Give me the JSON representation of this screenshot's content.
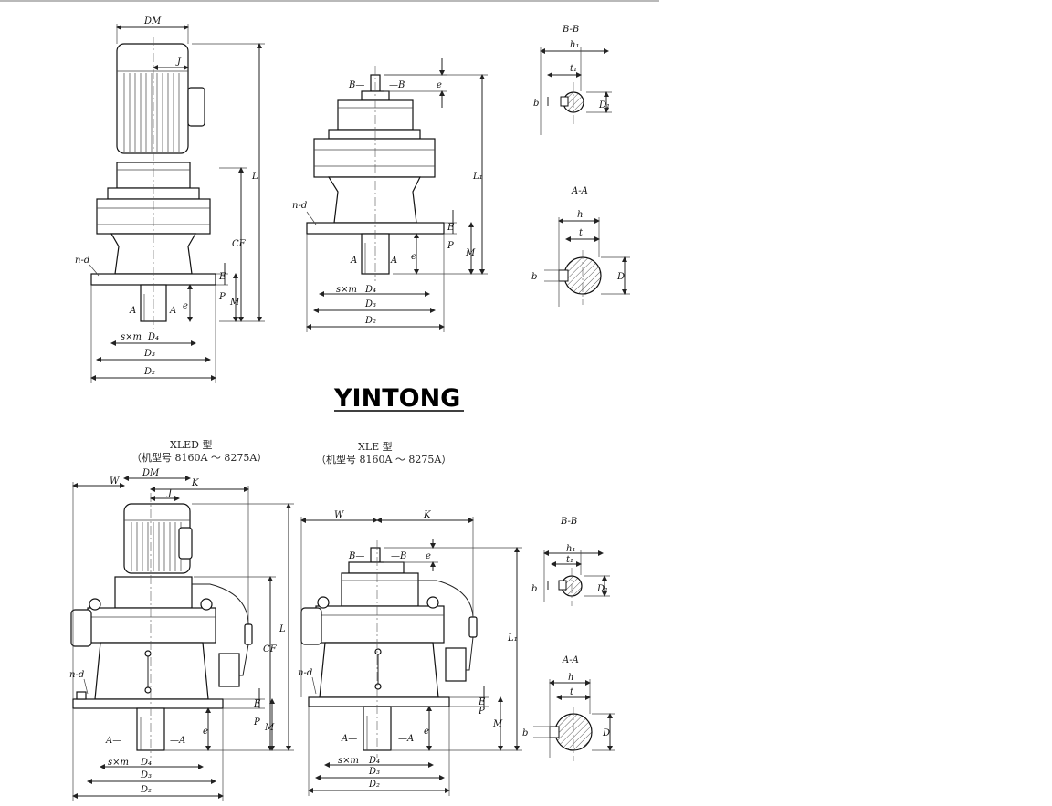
{
  "brand": {
    "name": "YINTONG"
  },
  "captions": {
    "xled_title": "XLED 型",
    "xled_range": "（机型号 8160A ～ 8275A）",
    "xle_title": "XLE 型",
    "xle_range": "（机型号 8160A ～ 8275A）"
  },
  "dimension_labels": {
    "DM": "DM",
    "J": "J",
    "K": "K",
    "W": "W",
    "L": "L",
    "L1": "L₁",
    "CF": "CF",
    "nd": "n-d",
    "P": "P",
    "E": "E",
    "M": "M",
    "e": "e",
    "A": "A",
    "B": "B",
    "sxm": "s×m",
    "D": "D",
    "D1": "D₁",
    "D2": "D₂",
    "D3": "D₃",
    "D4": "D₄",
    "b": "b",
    "h": "h",
    "h1": "h₁",
    "t": "t",
    "t1": "t₁",
    "secBB": "B-B",
    "secAA": "A-A",
    "BdashB_left": "B—",
    "BdashB_right": "—B",
    "AdashA_left": "A—",
    "AdashA_right": "—A"
  }
}
